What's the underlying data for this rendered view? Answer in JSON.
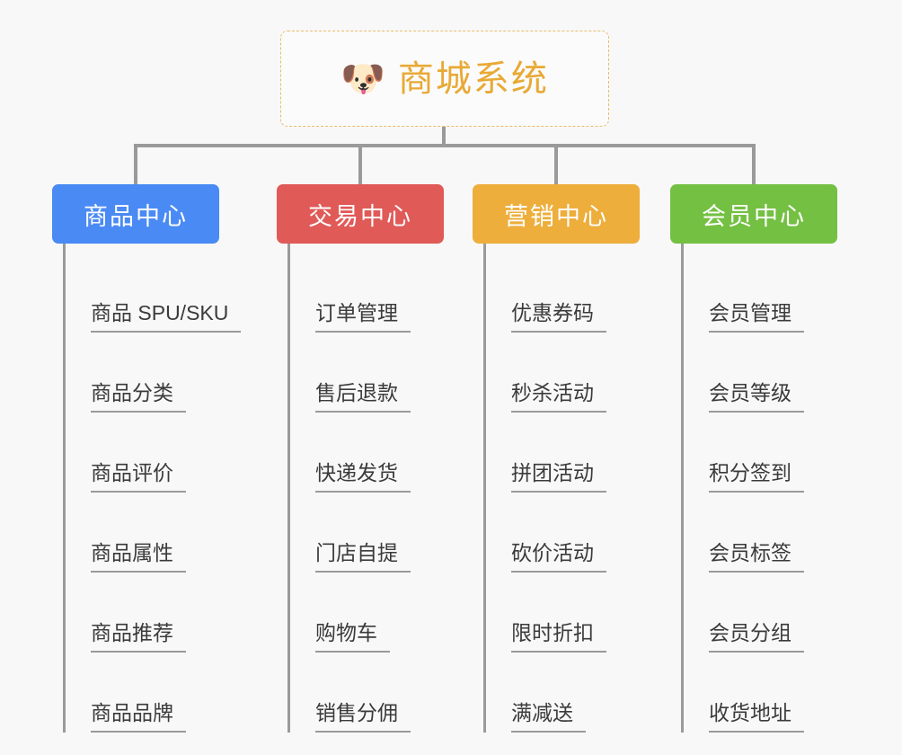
{
  "root": {
    "icon": "shiba-dog-face-icon",
    "icon_glyph": "🐶",
    "title": "商城系统",
    "border_color": "#e8bc6a",
    "title_color": "#e8a935",
    "background": "#fbfbfb"
  },
  "canvas": {
    "background": "#f8f8f8",
    "connector_color": "#9a9a9a"
  },
  "branches": [
    {
      "label": "商品中心",
      "color": "#4a8af4",
      "items": [
        "商品 SPU/SKU",
        "商品分类",
        "商品评价",
        "商品属性",
        "商品推荐",
        "商品品牌"
      ]
    },
    {
      "label": "交易中心",
      "color": "#e05a57",
      "items": [
        "订单管理",
        "售后退款",
        "快递发货",
        "门店自提",
        "购物车",
        "销售分佣"
      ]
    },
    {
      "label": "营销中心",
      "color": "#edae3b",
      "items": [
        "优惠券码",
        "秒杀活动",
        "拼团活动",
        "砍价活动",
        "限时折扣",
        "满减送"
      ]
    },
    {
      "label": "会员中心",
      "color": "#74c043",
      "items": [
        "会员管理",
        "会员等级",
        "积分签到",
        "会员标签",
        "会员分组",
        "收货地址"
      ]
    }
  ]
}
